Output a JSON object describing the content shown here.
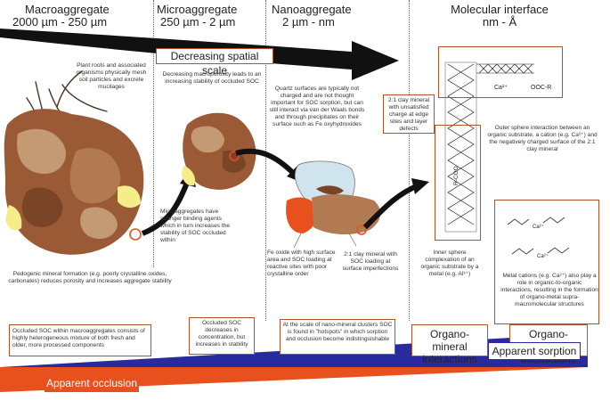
{
  "scales": [
    {
      "title": "Macroaggregate",
      "range": "2000 µm - 250 µm"
    },
    {
      "title": "Microaggregate",
      "range": "250 µm - 2 µm"
    },
    {
      "title": "Nanoaggregate",
      "range": "2 µm - nm"
    },
    {
      "title": "Molecular interface",
      "range": "nm - Å"
    }
  ],
  "arrow_label": "Decreasing spatial scale",
  "notes": {
    "plant_roots": "Plant roots and associated organisms physically mesh soil particles and excrete mucilages",
    "macroporosity": "Decreasing macroporosity leads to an increasing stability of occluded SOC",
    "quartz": "Quartz surfaces are typically not charged and are not thought important for SOC sorption, but can still interact via van der Waals bonds and through precipitates on their surface such as Fe oxyhydroxides",
    "clay_unsat": "2:1 clay mineral with unsatisfied charge at edge sites and layer defects",
    "outer_sphere": "Outer sphere interaction between an organic substrate, a cation (e.g. Ca²⁺) and the negatively charged surface of the 2:1 clay mineral",
    "micro_binding": "Microaggregates have stronger binding agents which in turn increases the stability of SOC occluded within",
    "fe_oxide": "Fe oxide with high surface area and SOC loading at reactive sites with poor crystalline order",
    "clay_loading": "2:1 clay mineral with SOC loading at surface imperfections",
    "inner_sphere": "Inner sphere complexation of an organic substrate by a metal (e.g. Al³⁺)",
    "metal_cations": "Metal cations (e.g. Ca²⁺) also play a role in organic-to-organic interactions, resulting in the formation of organo-metal supra-macromolecular structures",
    "pedogenic": "Pedogenic mineral formation (e.g. poorly crystalline oxides, carbonates) reduces porosity and increases aggregate stability"
  },
  "boxes": {
    "occluded_macro": "Occluded SOC within macroaggregates consists of highly heterogeneous mixture of both fresh and older, more processed components",
    "occluded_micro": "Occluded SOC decreases in concentration, but increases in stability",
    "hotspots": "At the scale of nano-mineral clusters SOC is found in \"hotspots\" in which sorption and occlusion become indistinguishable",
    "organo_mineral": "Organo-mineral interactions",
    "organo_organic": "Organo-organic interactions"
  },
  "bottom": {
    "occlusion": "Apparent occlusion",
    "sorption": "Apparent sorption"
  },
  "molecule_labels": {
    "ca": "Ca²⁺",
    "oocr": "OOC-R",
    "rcoo": "R-COO"
  },
  "colors": {
    "orange": "#e8501e",
    "navy": "#2a2aa0",
    "box_border": "#b0532a",
    "soil_brown": "#9a5a36",
    "soil_light": "#c49a74",
    "yellow": "#f5ec8a",
    "quartz_blue": "#cfe4ec"
  },
  "icons": [
    "roots-icon",
    "soil-aggregate-icon",
    "quartz-grain-icon",
    "clay-lattice-icon",
    "flow-arrow-icon"
  ]
}
